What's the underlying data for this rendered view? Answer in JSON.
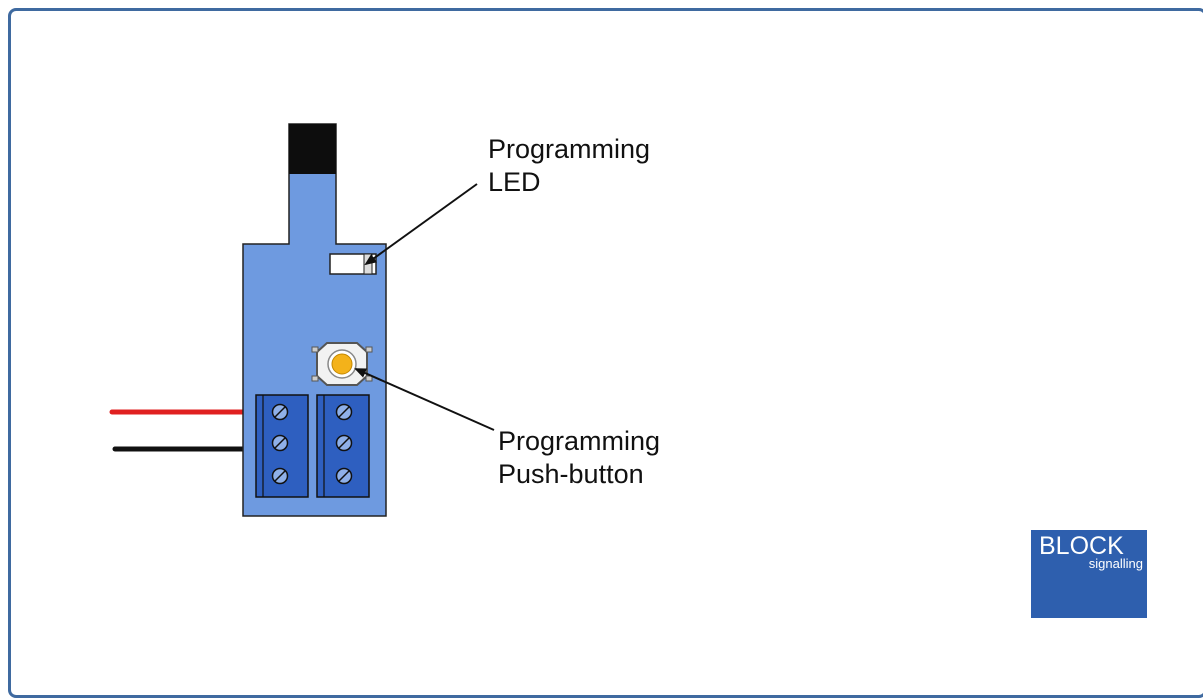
{
  "colors": {
    "frame_border": "#3f6aa0",
    "board_fill": "#6e9ae0",
    "board_stroke": "#222222",
    "terminal_fill": "#2e5fc0",
    "button_fill": "#f4b21a",
    "red_wire": "#e02020",
    "black_wire": "#111111",
    "logo_bg": "#2e5fae"
  },
  "icons": {
    "connector": "black-connector-cap",
    "led": "smd-led",
    "button": "tactile-push-button",
    "terminals": "screw-terminal-block"
  },
  "labels": {
    "led_line1": "Programming",
    "led_line2": "LED",
    "button_line1": "Programming",
    "button_line2": "Push-button"
  },
  "logo": {
    "main": "BLOCK",
    "sub": "signalling"
  }
}
